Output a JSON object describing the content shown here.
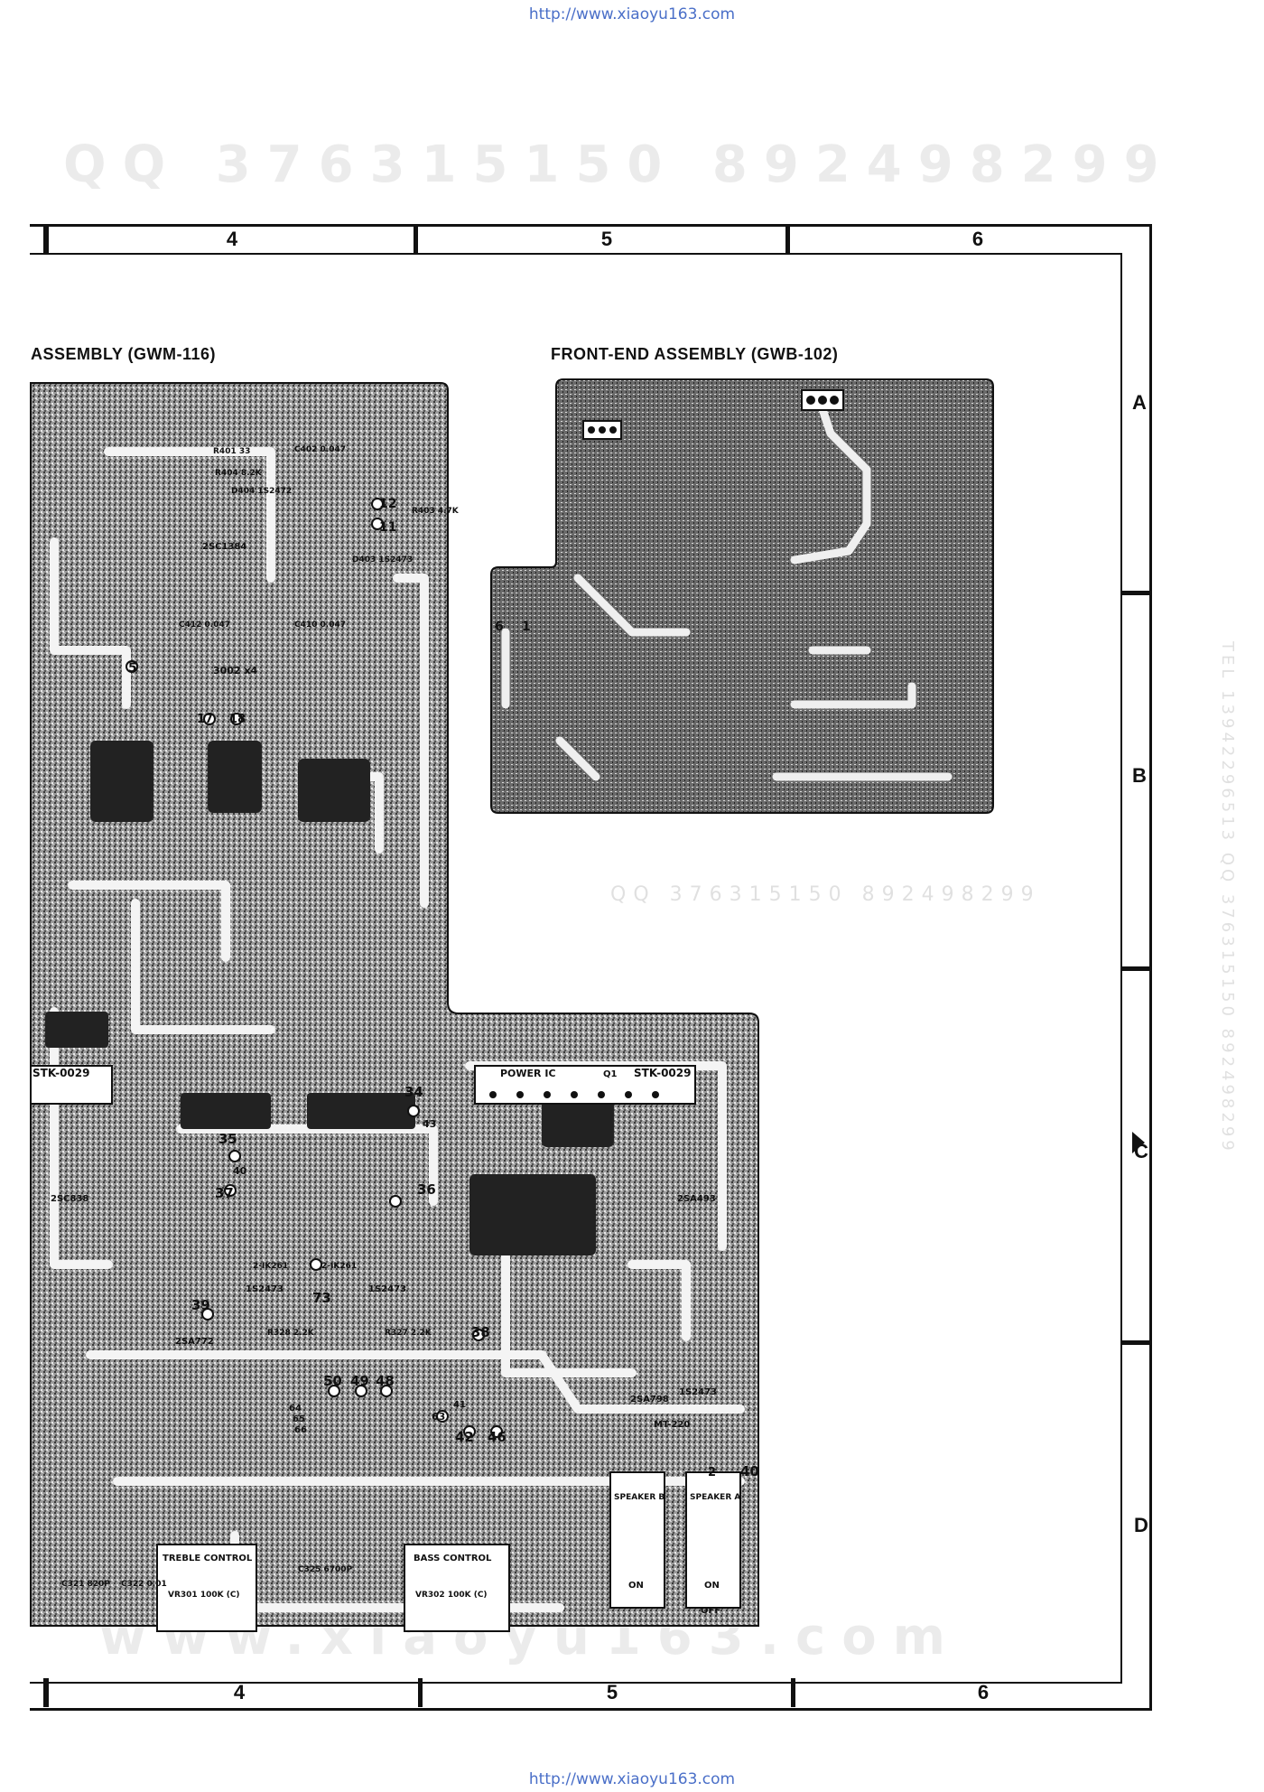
{
  "source_url": "http://www.xiaoyu163.com",
  "grid": {
    "columns": [
      "4",
      "5",
      "6"
    ],
    "rows": [
      "A",
      "B",
      "C",
      "D"
    ]
  },
  "titles": {
    "left": "ASSEMBLY (GWM-116)",
    "right": "FRONT-END ASSEMBLY (GWB-102)"
  },
  "watermarks": {
    "qq_top": "QQ 376315150 892498299",
    "qq_middle": "QQ 376315150 892498299",
    "site_bottom": "www.xiaoyu163.com",
    "vertical": "TEL 13942296513  QQ 376315150  892498299"
  },
  "board_labels": {
    "power_ic": "POWER IC",
    "q1": "Q1",
    "stk_left": "STK-0029",
    "stk_right": "STK-0029",
    "treble_control": "TREBLE CONTROL",
    "bass_control": "BASS CONTROL",
    "vr_treble": "VR301 100K (C)",
    "vr_bass": "VR302 100K (C)",
    "speaker_b": "SPEAKER B",
    "speaker_a": "SPEAKER A",
    "on_left": "ON",
    "on_right": "ON",
    "off": "OFF",
    "r401": "R401 33",
    "c402": "C402 0.047",
    "r404": "R404 8.2K",
    "d404": "D404 1S2472",
    "trans_2sc1384": "2SC1384",
    "d403": "D403 1S2473",
    "c412": "C412 0.047",
    "c410": "C410 0.047",
    "diodes": "3002 x4",
    "r403": "R403 4.7K",
    "trans_2sc838": "2SC838",
    "trans_2sa772": "2SA772",
    "trans_2sa798": "2SA798",
    "trans_2sa493": "2SA493",
    "d_1s2473_a": "1S2473",
    "d_1s2473_b": "1S2473",
    "d_1s2473_c": "1S2473",
    "r_2ik261_a": "2-IK261",
    "r_2ik261_b": "2-IK261",
    "r328": "R328 2.2K",
    "r327": "R327 2.2K",
    "mt220": "MT-220",
    "c321": "C321 820P",
    "c322": "C322 0.01",
    "c325": "C325 6700P",
    "p34": "34",
    "p43": "43",
    "p35": "35",
    "p40": "40",
    "p37": "37",
    "p36": "36",
    "p73": "73",
    "p39": "39",
    "p38": "38",
    "p50": "50",
    "p49": "49",
    "p48": "48",
    "p64": "64",
    "p65": "65",
    "p66": "66",
    "p63": "63",
    "p42": "42",
    "p46": "46",
    "p41": "41",
    "p12": "12",
    "p11": "11",
    "p5": "5",
    "p17": "17",
    "p18": "18",
    "p6": "6",
    "p1": "1",
    "p40b": "40",
    "p2": "2"
  }
}
